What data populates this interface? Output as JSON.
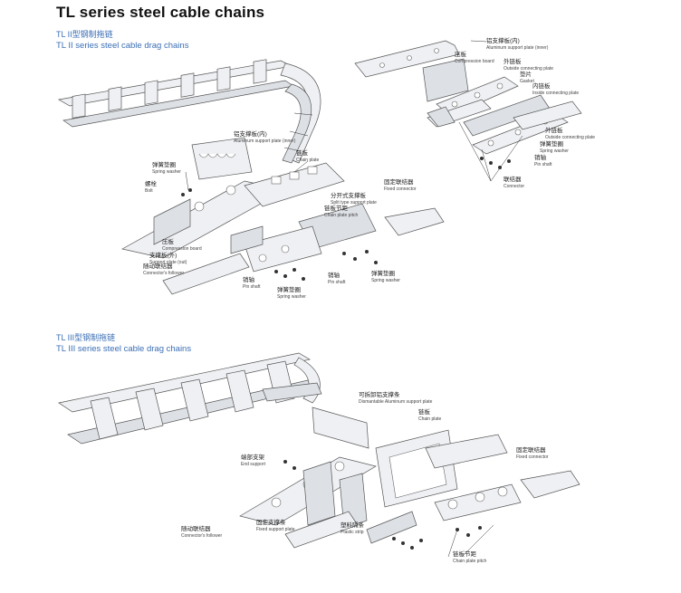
{
  "page": {
    "title": "TL series steel cable chains"
  },
  "section_tl2": {
    "title_cn": "TL II型钢制拖链",
    "title_en": "TL II series steel cable drag chains"
  },
  "section_tl3": {
    "title_cn": "TL III型钢制拖链",
    "title_en": "TL III series steel cable drag chains"
  },
  "labels_top_right": [
    {
      "cn": "铝支撑板(内)",
      "en": "Aluminum support plate (inner)"
    },
    {
      "cn": "压板",
      "en": "Compression board"
    },
    {
      "cn": "外链板",
      "en": "Outside connecting plate"
    },
    {
      "cn": "垫片",
      "en": "Gasket"
    },
    {
      "cn": "内链板",
      "en": "Inside connecting plate"
    },
    {
      "cn": "外链板",
      "en": "Outside connecting plate"
    },
    {
      "cn": "弹簧垫圈",
      "en": "Spring washer"
    },
    {
      "cn": "销轴",
      "en": "Pin shaft"
    },
    {
      "cn": "联结器",
      "en": "Connector"
    }
  ],
  "labels_middle": [
    {
      "cn": "铝支撑板(内)",
      "en": "Aluminum support plate (inner)"
    },
    {
      "cn": "弹簧垫圈",
      "en": "Spring washer"
    },
    {
      "cn": "链板",
      "en": "Chain plate"
    },
    {
      "cn": "螺栓",
      "en": "Bolt"
    },
    {
      "cn": "固定联结器",
      "en": "Fixed connector"
    },
    {
      "cn": "分开式支撑板",
      "en": "Split type support plate"
    },
    {
      "cn": "链板节距",
      "en": "Chain plate pitch"
    },
    {
      "cn": "压板",
      "en": "Compression board"
    },
    {
      "cn": "支撑板(外)",
      "en": "Support plate (out)"
    },
    {
      "cn": "随动联结器",
      "en": "Connector's follower"
    },
    {
      "cn": "销轴",
      "en": "Pin shaft"
    },
    {
      "cn": "销轴",
      "en": "Pin shaft"
    },
    {
      "cn": "弹簧垫圈",
      "en": "Spring washer"
    },
    {
      "cn": "弹簧垫圈",
      "en": "Spring washer"
    }
  ],
  "labels_bottom": [
    {
      "cn": "可拆卸铝支撑条",
      "en": "Dismantable Aluminum support plate"
    },
    {
      "cn": "链板",
      "en": "Chain plate"
    },
    {
      "cn": "端部支架",
      "en": "End support"
    },
    {
      "cn": "固定联结器",
      "en": "Fixed connector"
    },
    {
      "cn": "随动联结器",
      "en": "Connector's follower"
    },
    {
      "cn": "固定支撑条",
      "en": "Fixed support plate"
    },
    {
      "cn": "塑料隔条",
      "en": "Plastic strip"
    },
    {
      "cn": "链板节距",
      "en": "Chain plate pitch"
    }
  ],
  "icon_names": [
    "chain-diagram-tl2",
    "exploded-diagram-small",
    "exploded-diagram-tl2",
    "chain-diagram-tl3",
    "exploded-diagram-tl3"
  ]
}
